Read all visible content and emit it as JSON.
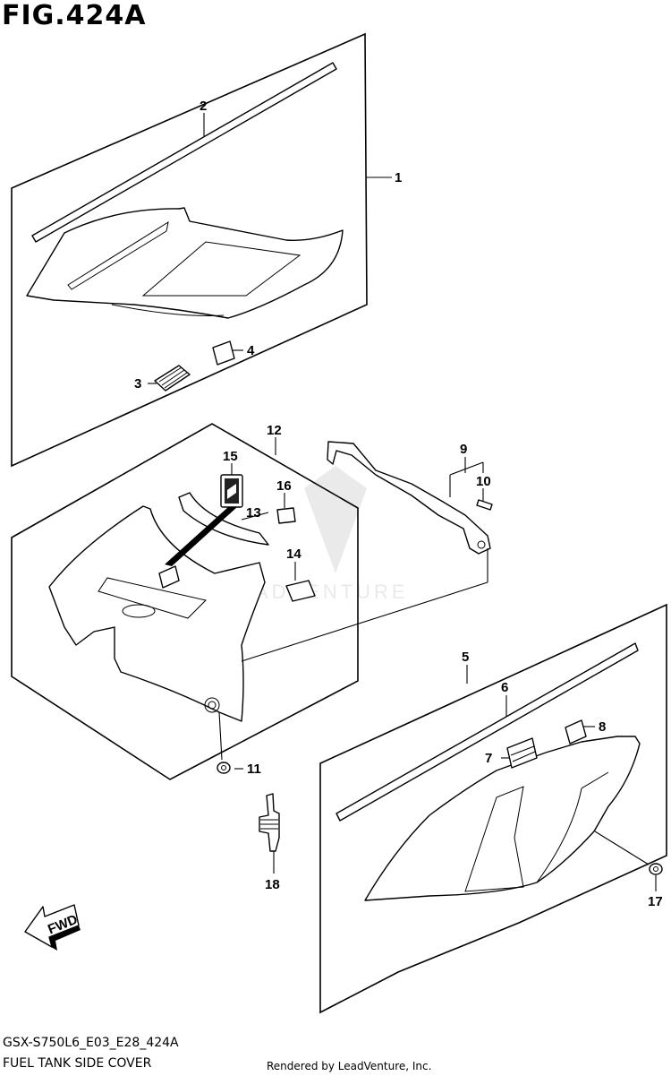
{
  "figure": {
    "title": "FIG.424A",
    "code": "GSX-S750L6_E03_E28_424A",
    "name": "FUEL TANK SIDE COVER",
    "credit": "Rendered by LeadVenture, Inc.",
    "watermark": "LEADVENTURE",
    "direction_label": "FWD"
  },
  "callouts": [
    "1",
    "2",
    "3",
    "4",
    "5",
    "6",
    "7",
    "8",
    "9",
    "10",
    "11",
    "12",
    "13",
    "14",
    "15",
    "16",
    "17",
    "18"
  ]
}
